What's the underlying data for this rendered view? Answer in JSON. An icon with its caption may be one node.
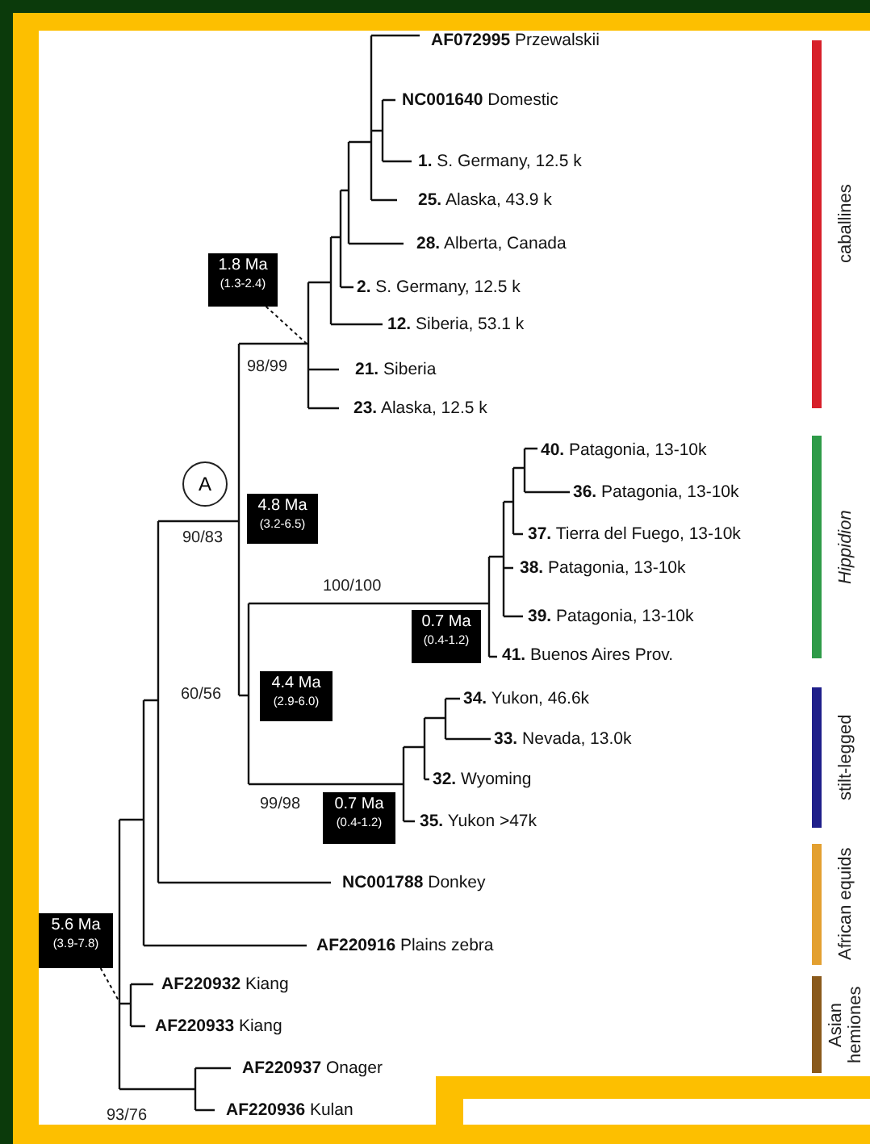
{
  "diagram": {
    "nodes": [
      {
        "text": [
          "1.8 Ma",
          "(1.3-2.4)"
        ]
      },
      {
        "text": [
          "A"
        ]
      },
      {
        "text": [
          "4.8 Ma",
          "(3.2-6.5)"
        ]
      },
      {
        "text": [
          "0.7 Ma",
          "(0.4-1.2)"
        ]
      },
      {
        "text": [
          "4.4 Ma",
          "(2.9-6.0)"
        ]
      },
      {
        "text": [
          "0.7 Ma",
          "(0.4-1.2)"
        ]
      },
      {
        "text": [
          "5.6 Ma",
          "(3.9-7.8)"
        ]
      }
    ],
    "edges": [
      {
        "from": 0,
        "to": null,
        "arrow": "none",
        "style": "dashed"
      },
      {
        "from": 6,
        "to": null,
        "arrow": "none",
        "style": "dashed"
      }
    ],
    "labels": [
      "**AF072995** Przewalskii",
      "**NC001640** Domestic",
      "**1.** S. Germany, 12.5 k",
      "**25.** Alaska, 43.9 k",
      "**28.** Alberta, Canada",
      "**2.** S. Germany, 12.5 k",
      "**12.** Siberia, 53.1 k",
      "98/99",
      "**21.** Siberia",
      "**23.** Alaska, 12.5 k",
      "**40.** Patagonia, 13-10k",
      "**36.** Patagonia, 13-10k",
      "**37.** Tierra del Fuego, 13-10k",
      "90/83",
      "**38.** Patagonia, 13-10k",
      "100/100",
      "**39.** Patagonia, 13-10k",
      "**41.** Buenos Aires Prov.",
      "60/56",
      "**34.** Yukon, 46.6k",
      "**33.** Nevada, 13.0k",
      "**32.** Wyoming",
      "99/98",
      "**35.** Yukon >47k",
      "**NC001788** Donkey",
      "**AF220916** Plains zebra",
      "**AF220932** Kiang",
      "**AF220933** Kiang",
      "**AF220937** Onager",
      "**AF220936** Kulan",
      "93/76"
    ],
    "legend": [
      {
        "text": "caballines",
        "color": "#d7202a"
      },
      {
        "text": "*Hippidion*",
        "color": "#2e9b48"
      },
      {
        "text": "stilt-legged",
        "color": "#1f1f8a"
      },
      {
        "text": "African equids",
        "color": "#e3a030"
      },
      {
        "text": "Asian hemiones",
        "color": "#8a5a1c"
      }
    ]
  }
}
